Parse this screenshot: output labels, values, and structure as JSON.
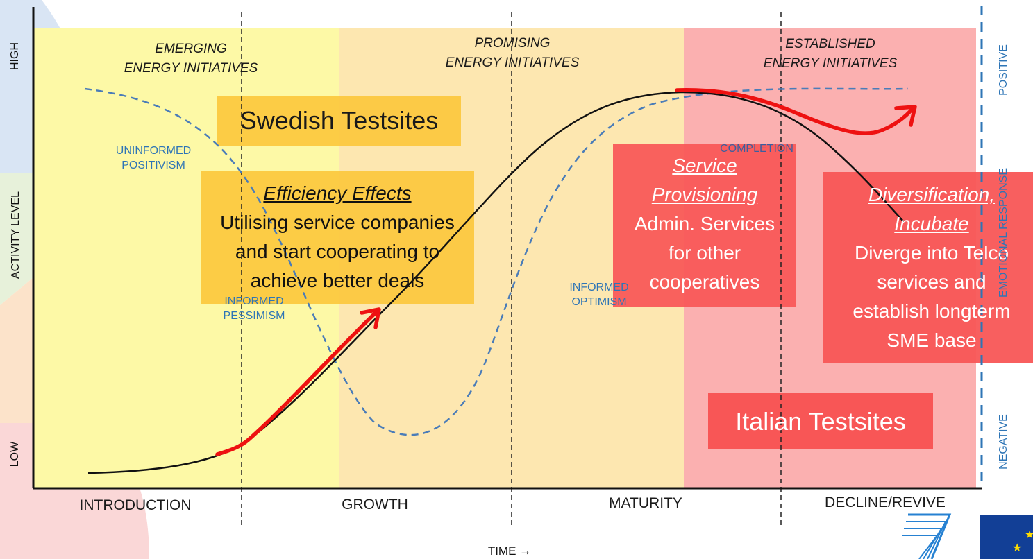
{
  "phases": [
    {
      "line1": "EMERGING",
      "line2": "ENERGY INITIATIVES"
    },
    {
      "line1": "PROMISING",
      "line2": "ENERGY INITIATIVES"
    },
    {
      "line1": "ESTABLISHED",
      "line2": "ENERGY INITIATIVES"
    }
  ],
  "stages": [
    "INTRODUCTION",
    "GROWTH",
    "MATURITY",
    "DECLINE/REVIVE"
  ],
  "axes": {
    "x_label": "TIME →",
    "y_label": "ACTIVITY LEVEL",
    "y_high": "HIGH",
    "y_low": "LOW",
    "right_label": "EMOTIONAL RESPONSE",
    "right_high": "POSITIVE",
    "right_low": "NEGATIVE"
  },
  "emotions": {
    "uninformed": {
      "line1": "UNINFORMED",
      "line2": "POSITIVISM"
    },
    "informed_pessimism": {
      "line1": "INFORMED",
      "line2": "PESSIMISM"
    },
    "informed_optimism": {
      "line1": "INFORMED",
      "line2": "OPTIMISM"
    },
    "completion": "COMPLETION"
  },
  "boxes": {
    "swedish": "Swedish Testsites",
    "efficiency": {
      "title": "Efficiency Effects",
      "line1": "Utilising service companies",
      "line2": "and start cooperating to",
      "line3": "achieve better deals"
    },
    "service": {
      "title1": "Service",
      "title2": "Provisioning",
      "line1": "Admin. Services",
      "line2": "for other",
      "line3": "cooperatives"
    },
    "diversification": {
      "title1": "Diversification,",
      "title2": "Incubate",
      "line1": "Diverge into Telco",
      "line2": "services and",
      "line3": "establish longterm",
      "line4": "SME base"
    },
    "italian": "Italian Testsites"
  },
  "colors": {
    "band_yellow": "#fdf9a6",
    "band_peach": "#fde7b0",
    "band_pink": "#fbb0b0",
    "orange_box": "#fcc63b",
    "red_box": "#f85656",
    "red_arrow": "#ee1111",
    "blue_dashed": "#4a7cb8",
    "emotion_text": "#2e75b6"
  }
}
